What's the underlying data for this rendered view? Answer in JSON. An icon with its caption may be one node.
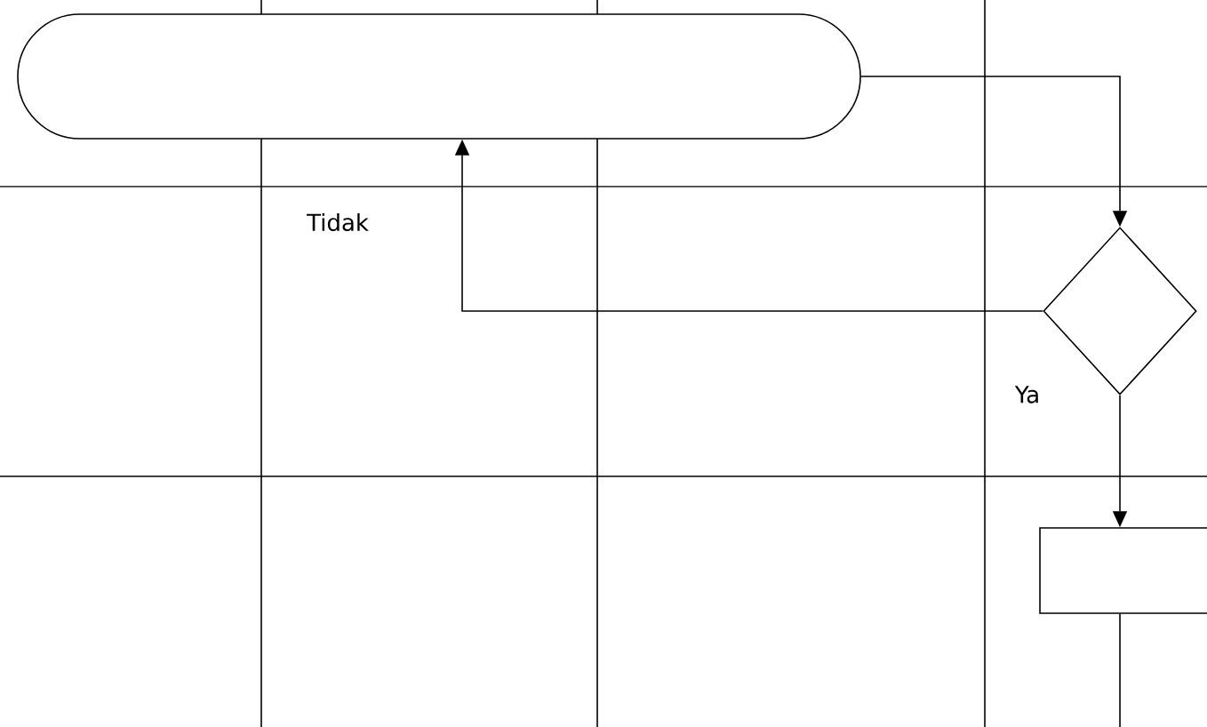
{
  "diagram": {
    "nodes": [
      {
        "text": [],
        "shape": "terminator"
      },
      {
        "text": [],
        "shape": "diamond"
      },
      {
        "text": [],
        "shape": "box"
      }
    ],
    "edges": [
      {
        "from": 0,
        "to": 1,
        "arrow": "to"
      },
      {
        "from": 1,
        "to": 0,
        "arrow": "to",
        "label": "Tidak"
      },
      {
        "from": 1,
        "to": 2,
        "arrow": "to",
        "label": "Ya"
      },
      {
        "from": 2,
        "to": null,
        "arrow": "none"
      }
    ]
  }
}
